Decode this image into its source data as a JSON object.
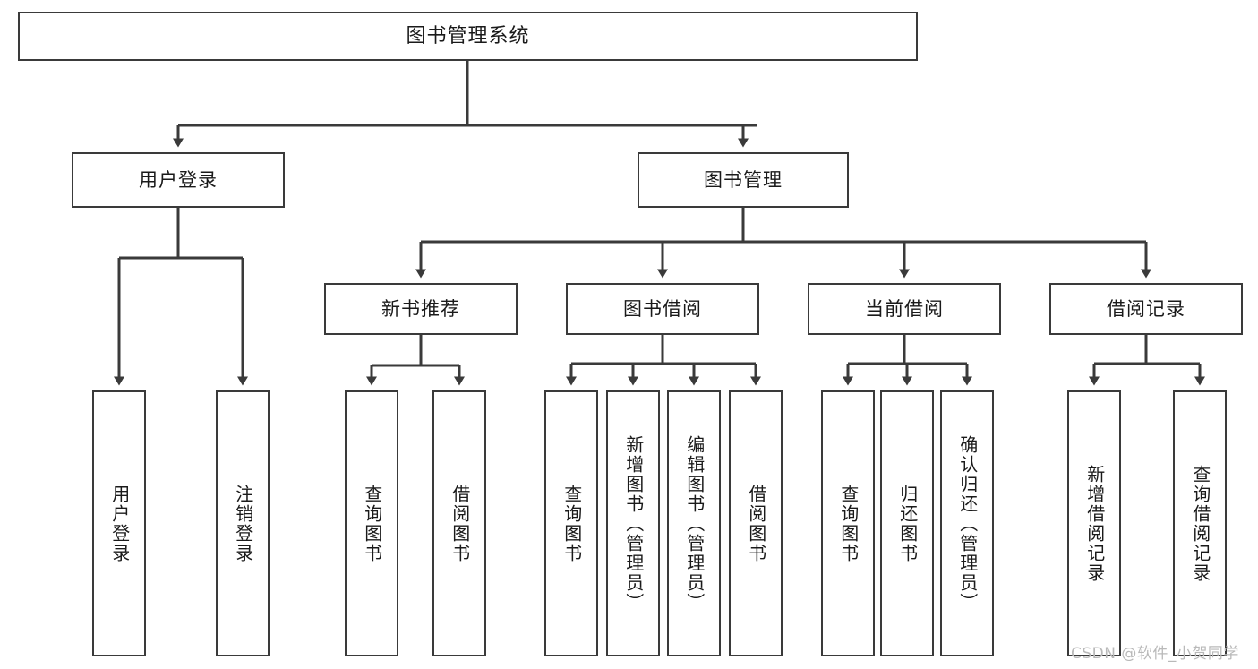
{
  "diagram": {
    "title": "图书管理系统",
    "type": "tree-hierarchy-chart",
    "watermark": "CSDN @软件_小贺同学",
    "colors": {
      "node_border": "#3a3a3a",
      "node_fill": "#ffffff",
      "edge": "#3a3a3a",
      "text": "#1a1a1a",
      "watermark": "#b9b9b9",
      "background": "#ffffff"
    },
    "levels": {
      "root": {
        "label": "图书管理系统"
      },
      "level2": [
        {
          "label": "用户登录"
        },
        {
          "label": "图书管理"
        }
      ],
      "level3": [
        {
          "label": "新书推荐"
        },
        {
          "label": "图书借阅"
        },
        {
          "label": "当前借阅"
        },
        {
          "label": "借阅记录"
        }
      ],
      "leaves": {
        "user_login": [
          {
            "label": "用户登录"
          },
          {
            "label": "注销登录"
          }
        ],
        "new_book_recommend": [
          {
            "label": "查询图书"
          },
          {
            "label": "借阅图书"
          }
        ],
        "book_borrow": [
          {
            "label": "查询图书"
          },
          {
            "label": "新增图书（管理员）"
          },
          {
            "label": "编辑图书（管理员）"
          },
          {
            "label": "借阅图书"
          }
        ],
        "current_borrow": [
          {
            "label": "查询图书"
          },
          {
            "label": "归还图书"
          },
          {
            "label": "确认归还（管理员）"
          }
        ],
        "borrow_record": [
          {
            "label": "新增借阅记录"
          },
          {
            "label": "查询借阅记录"
          }
        ]
      }
    }
  }
}
